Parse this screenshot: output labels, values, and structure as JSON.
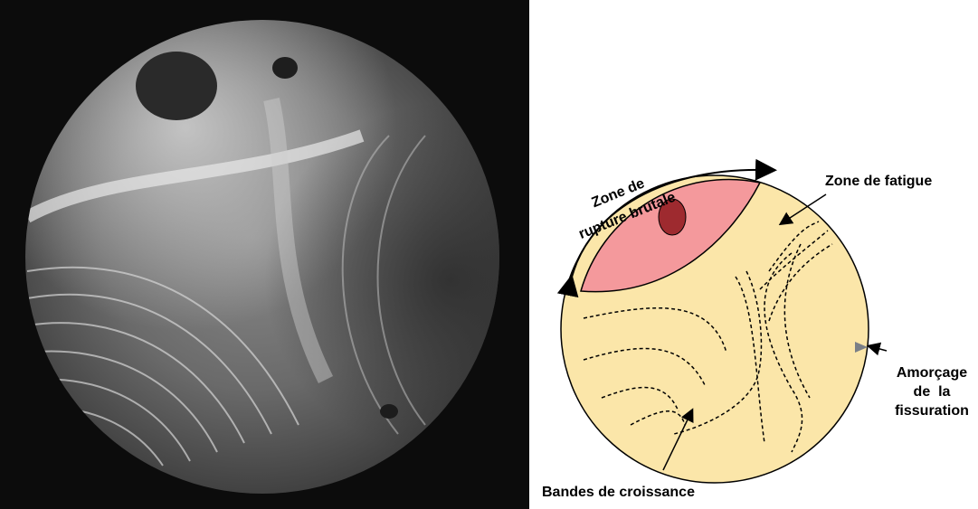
{
  "photo": {
    "description_icon": "fracture-surface-photo"
  },
  "diagram": {
    "labels": {
      "brittle_zone_line1": "Zone de",
      "brittle_zone_line2": "rupture brutale",
      "fatigue_zone": "Zone de fatigue",
      "initiation_line1": "Amorçage",
      "initiation_line2": "de  la",
      "initiation_line3": "fissuration",
      "growth_bands": "Bandes de croissance"
    },
    "colors": {
      "brittle_zone": "#f4999c",
      "fatigue_zone": "#fbe6a9",
      "inclusion": "#9e2a2f",
      "outline": "#000000",
      "initiation_marker": "#7a7f87"
    }
  }
}
